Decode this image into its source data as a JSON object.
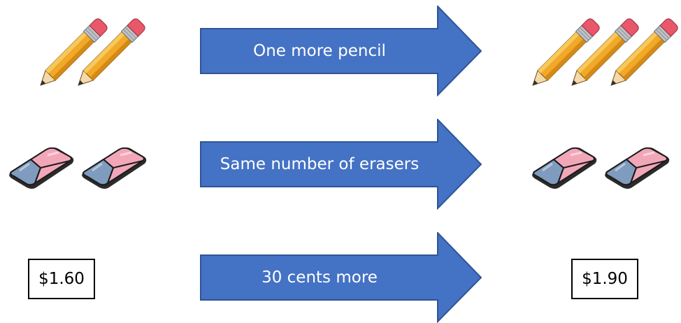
{
  "arrows": {
    "pencil_label": "One more pencil",
    "eraser_label": "Same number of erasers",
    "price_label": "30 cents more"
  },
  "prices": {
    "before": "$1.60",
    "after": "$1.90"
  },
  "counts": {
    "pencils_before": 2,
    "pencils_after": 3,
    "erasers_before": 2,
    "erasers_after": 2
  },
  "colors": {
    "arrow_fill": "#4472C4",
    "arrow_stroke": "#2F5597",
    "pencil_body": "#F0A928",
    "eraser_pink": "#F2A7B8",
    "eraser_blue": "#7F9CBF"
  },
  "icons": {
    "pencil": "pencil-icon",
    "eraser": "eraser-icon"
  }
}
